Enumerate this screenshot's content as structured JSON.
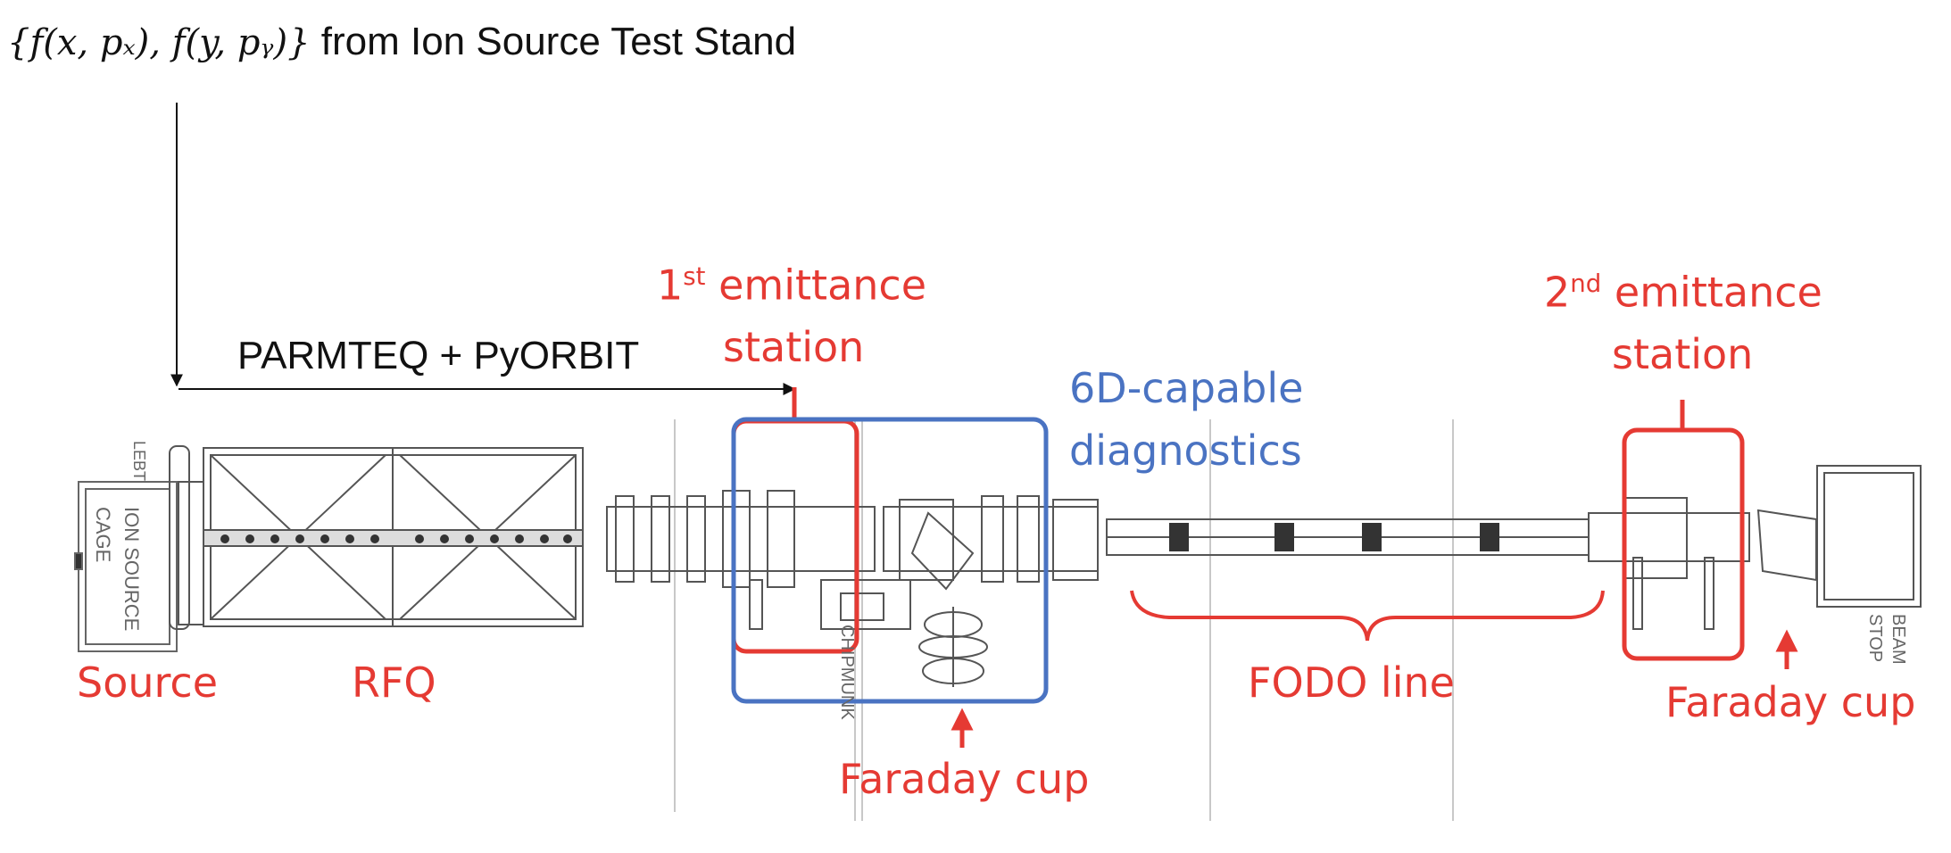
{
  "header": {
    "math": "{f(x, pₓ), f(y, pᵧ)}",
    "text": "from Ion Source Test Stand"
  },
  "simulation": {
    "label": "PARMTEQ + PyORBIT"
  },
  "labels": {
    "source": "Source",
    "rfq": "RFQ",
    "station1_ord": "1",
    "station1_sup": "st",
    "station1_word": "emittance",
    "station1_line2": "station",
    "diag_line1": "6D-capable",
    "diag_line2": "diagnostics",
    "fodo": "FODO line",
    "faraday1": "Faraday cup",
    "station2_ord": "2",
    "station2_sup": "nd",
    "station2_word": "emittance",
    "station2_line2": "station",
    "faraday2": "Faraday cup"
  },
  "equipment_text": {
    "lebt": "LEBT",
    "ion_source_cage_1": "ION SOURCE",
    "ion_source_cage_2": "CAGE",
    "chipmunk": "CHIPMUNK",
    "beam_stop_1": "BEAM",
    "beam_stop_2": "STOP"
  },
  "colors": {
    "red": "#e53a33",
    "blue": "#4a73c2",
    "line": "#111111",
    "drawing": "#555555"
  }
}
